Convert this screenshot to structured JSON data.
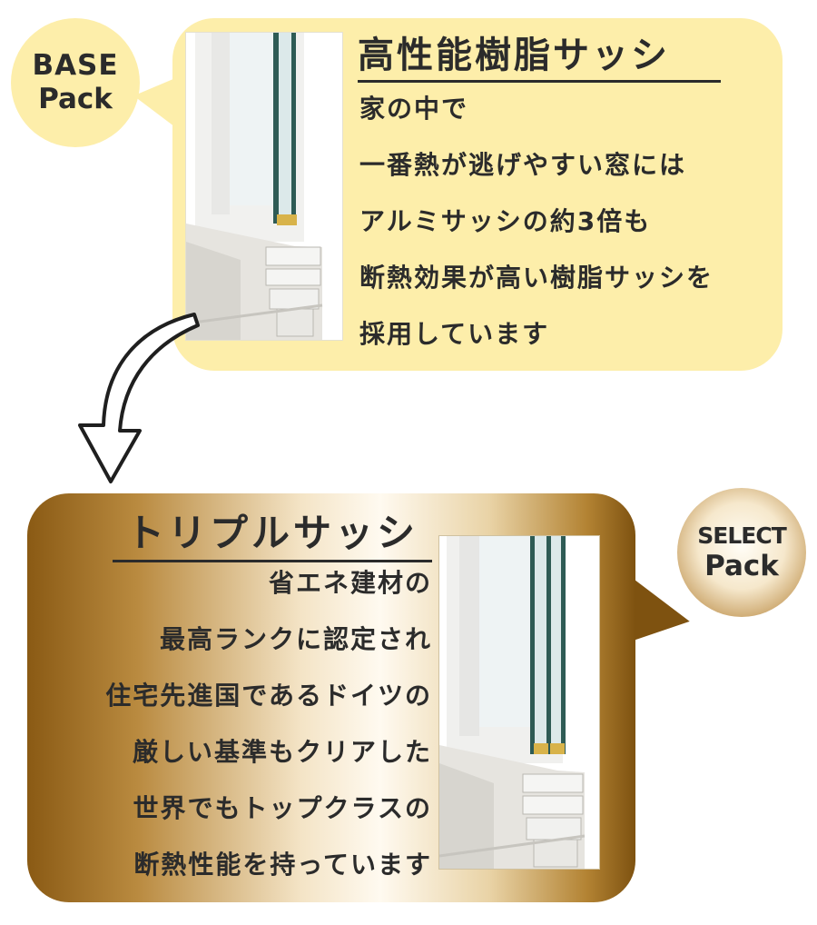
{
  "base_badge": {
    "line1": "BASE",
    "line2": "Pack"
  },
  "base_card": {
    "title": "高性能樹脂サッシ",
    "lines": [
      "家の中で",
      "一番熱が逃げやすい窓には",
      "アルミサッシの約3倍も",
      "断熱効果が高い樹脂サッシを",
      "採用しています"
    ],
    "colors": {
      "card": "#fdeeaa",
      "text": "#2b2b2b"
    },
    "image": "double-glazed-resin-sash"
  },
  "arrow": {
    "icon": "curved-down-arrow-icon"
  },
  "select_badge": {
    "line1": "SELECT",
    "line2": "Pack"
  },
  "select_card": {
    "title": "トリプルサッシ",
    "lines": [
      "省エネ建材の",
      "最高ランクに認定され",
      "住宅先進国であるドイツの",
      "厳しい基準もクリアした",
      "世界でもトップクラスの",
      "断熱性能を持っています"
    ],
    "colors": {
      "gold_dark": "#8a5a14",
      "gold_light": "#fffaf0",
      "text": "#2b2b2b"
    },
    "image": "triple-glazed-sash"
  }
}
